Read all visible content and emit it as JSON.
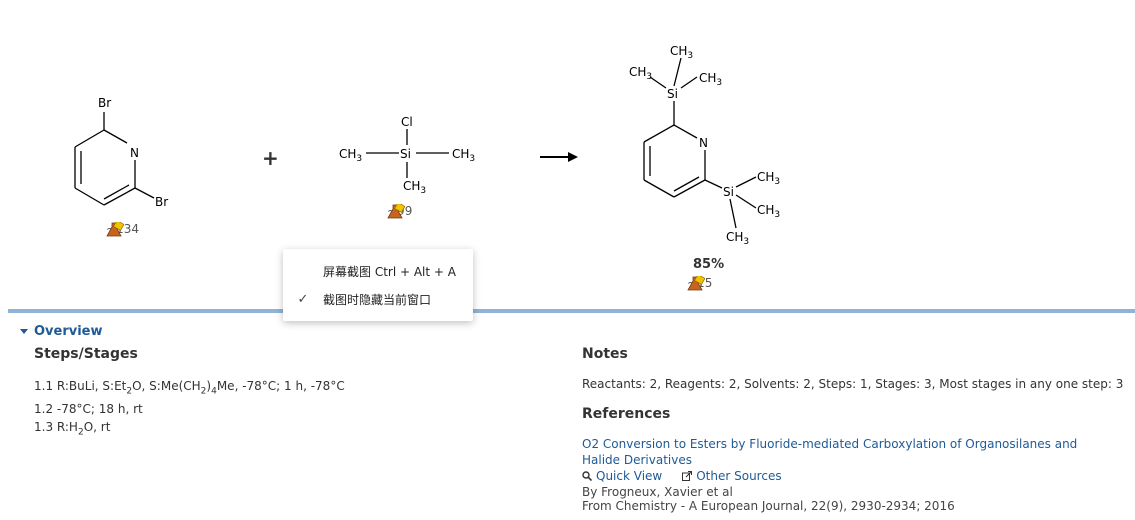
{
  "reaction": {
    "reactant1": {
      "atoms": {
        "br_top": "Br",
        "n": "N",
        "br_bottom": "Br"
      },
      "id_label": "~134"
    },
    "plus_sign": "+",
    "reactant2": {
      "atoms": {
        "cl": "Cl",
        "si": "Si",
        "ch3_left": "CH",
        "ch3_right": "CH",
        "ch3_bottom": "CH"
      },
      "id_label": "~99"
    },
    "product": {
      "atoms": {
        "ch3_top": "CH",
        "ch3_left": "CH",
        "ch3_right": "CH",
        "si_top": "Si",
        "n": "N",
        "si_bottom": "Si",
        "ch3_b_right1": "CH",
        "ch3_b_right2": "CH",
        "ch3_b_bottom": "CH"
      },
      "yield": "85%",
      "id_label": "~15"
    }
  },
  "context_menu": {
    "items": [
      {
        "label": "屏幕截图 Ctrl + Alt + A",
        "checked": false
      },
      {
        "label": "截图时隐藏当前窗口",
        "checked": true
      }
    ]
  },
  "overview": {
    "toggle_label": "Overview",
    "steps_heading": "Steps/Stages",
    "steps": [
      {
        "num": "1.1",
        "parts": [
          "R:BuLi, S:Et",
          "2",
          "O, S:Me(CH",
          "2",
          ")",
          "4",
          "Me, -78°C; 1 h, -78°C"
        ]
      },
      {
        "num": "1.2",
        "text": "-78°C; 18 h, rt"
      },
      {
        "num": "1.3",
        "parts": [
          "R:H",
          "2",
          "O, rt"
        ]
      }
    ],
    "notes_heading": "Notes",
    "notes_text": "Reactants: 2, Reagents: 2, Solvents: 2, Steps: 1, Stages: 3, Most stages in any one step: 3",
    "references_heading": "References",
    "reference": {
      "title": "O2 Conversion to Esters by Fluoride-mediated Carboxylation of Organosilanes and Halide Derivatives",
      "quick_view": "Quick View",
      "other_sources": "Other Sources",
      "authors": "By Frogneux, Xavier et al",
      "source": "From Chemistry - A European Journal, 22(9), 2930-2934; 2016"
    }
  },
  "colors": {
    "link": "#1f5a96",
    "divider": "#8fb4d6"
  }
}
